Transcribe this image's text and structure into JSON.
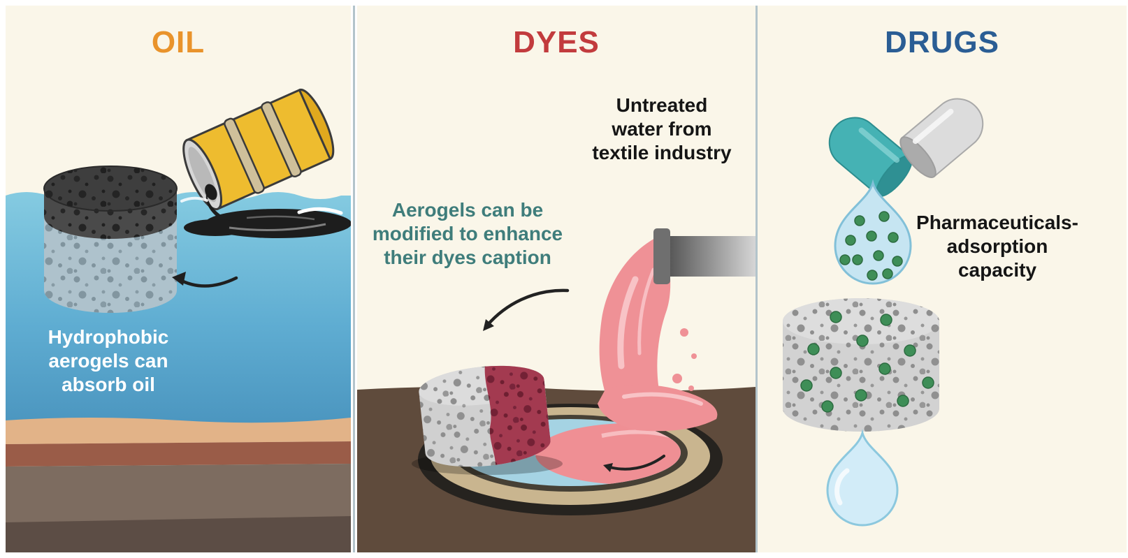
{
  "figure": {
    "background_color": "#faf6e9",
    "divider_color": "#b3c4cb"
  },
  "oil_panel": {
    "title": "OIL",
    "title_color": "#e9932b",
    "caption": "Hydrophobic aerogels can absorb oil",
    "caption_color": "#ffffff",
    "artwork": {
      "water_color": "#5fadd2",
      "barrel_color": "#eebc2f",
      "oil_color": "#1d1d1d",
      "aerogel_top_color": "#3e3e3e",
      "aerogel_body_color": "#cbcbcb",
      "icons": [
        "oil-barrel",
        "oil-spill",
        "hydrophobic-aerogel",
        "curved-arrow-icon",
        "sea-water",
        "seabed-layers"
      ]
    }
  },
  "dyes_panel": {
    "title": "DYES",
    "title_color": "#c23b3d",
    "untreated_label": "Untreated water from textile industry",
    "untreated_label_color": "#151515",
    "modified_label": "Aerogels can be modified to enhance their dyes caption",
    "modified_label_color": "#3f7d7b",
    "artwork": {
      "dye_color": "#ef9196",
      "dyed_aerogel_color": "#a33a50",
      "aerogel_body_color": "#d0d0d0",
      "ground_color": "#5f4b3c",
      "basin_water_color": "#a5d3e3",
      "icons": [
        "waste-pipe",
        "dye-stream",
        "dye-splash",
        "basin",
        "dye-aerogel",
        "curved-arrow-icon-large",
        "curved-arrow-icon-small"
      ]
    }
  },
  "drugs_panel": {
    "title": "DRUGS",
    "title_color": "#2a5d94",
    "capacity_label": "Pharmaceuticals-adsorption capacity",
    "capacity_label_color": "#151515",
    "artwork": {
      "capsule_teal_color": "#45b2b4",
      "capsule_gray_color": "#dcdcdc",
      "droplet_color": "#c6e5f2",
      "drug_particle_color": "#3e8e57",
      "aerogel_body_color": "#d2d2d2",
      "icons": [
        "capsule-teal-icon",
        "capsule-gray-icon",
        "contaminated-droplet",
        "drug-aerogel",
        "clean-droplet"
      ]
    }
  }
}
